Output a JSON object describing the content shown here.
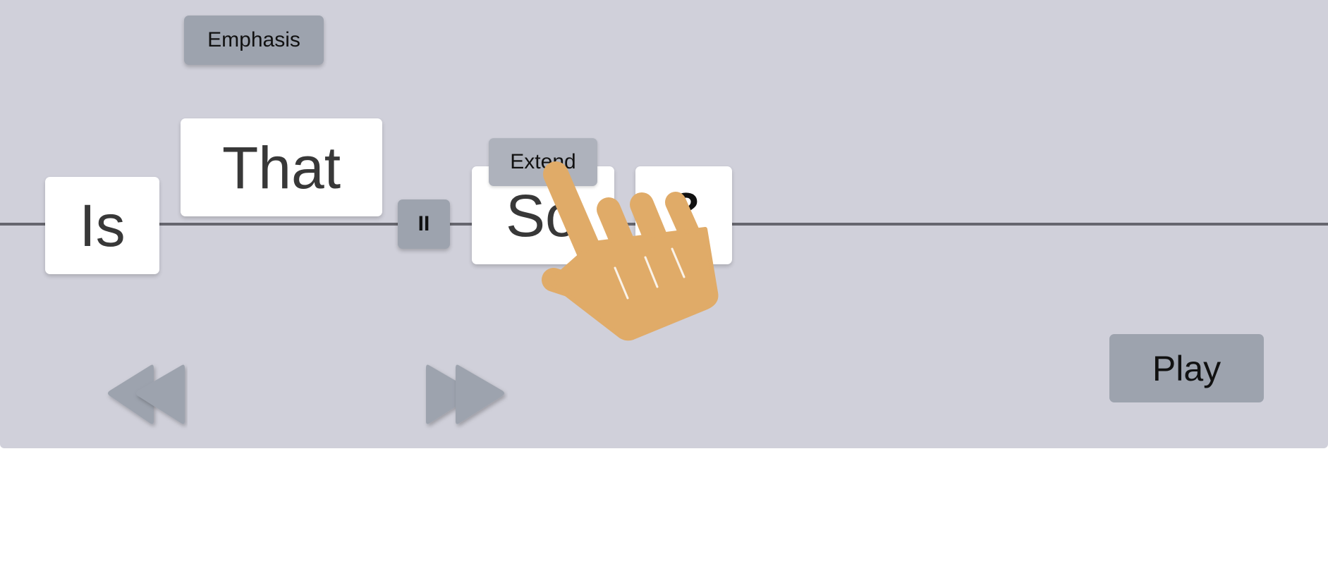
{
  "words": [
    {
      "label": "Is"
    },
    {
      "label": "That"
    },
    {
      "label": "So"
    },
    {
      "label": "?"
    }
  ],
  "tags": {
    "emphasis": "Emphasis",
    "extend": "Extend",
    "pause_symbol": "II"
  },
  "controls": {
    "play_label": "Play",
    "rewind_icon": "rewind-icon",
    "forward_icon": "fast-forward-icon"
  },
  "overlay": {
    "pointer_icon": "hand-pointer-icon"
  },
  "colors": {
    "stage": "#d0d0da",
    "chip": "#9da3ae",
    "card": "#ffffff",
    "timeline": "#66666e",
    "hand": "#e0ab68"
  }
}
